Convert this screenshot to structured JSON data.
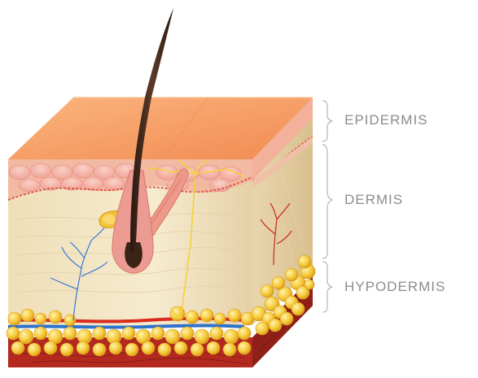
{
  "labels": {
    "epidermis": "EPIDERMIS",
    "dermis": "DERMIS",
    "hypodermis": "HYPODERMIS"
  },
  "colors": {
    "epidermis_top": "#f7a46b",
    "epidermis_front": "#f0b49c",
    "dermis": "#f3e6c4",
    "fat": "#f5c53a",
    "muscle": "#b3291f",
    "hair": "#3a2418",
    "follicle": "#e98f8f",
    "nerve": "#f2d23a",
    "artery": "#d92b1f",
    "vein": "#2f72c9",
    "bracket": "#b5b5b5",
    "label": "#8c8c8c"
  }
}
